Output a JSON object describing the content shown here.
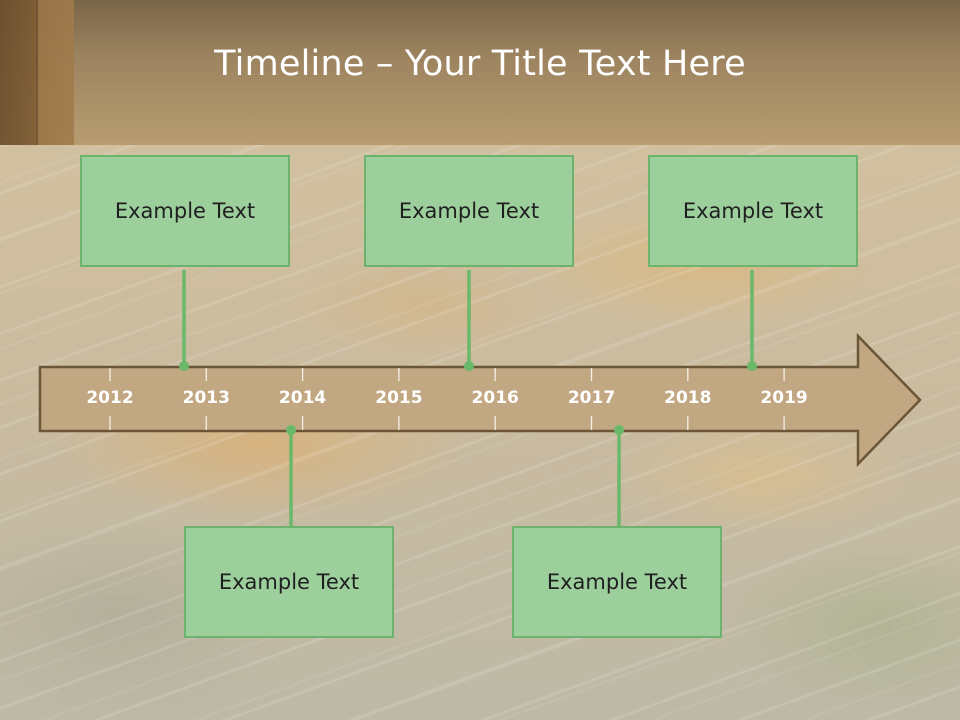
{
  "slide": {
    "title": "Timeline – Your Title Text Here"
  },
  "colors": {
    "arrow_fill": "#c2a783",
    "arrow_stroke": "#6b5638",
    "box_fill": "#9ccf9c",
    "box_border": "#6db26d",
    "connector": "#6ab86a",
    "header": "#b89c70"
  },
  "timeline": {
    "years": [
      "2012",
      "2013",
      "2014",
      "2015",
      "2016",
      "2017",
      "2018",
      "2019"
    ]
  },
  "events_top": [
    {
      "text": "Example Text"
    },
    {
      "text": "Example Text"
    },
    {
      "text": "Example Text"
    }
  ],
  "events_bottom": [
    {
      "text": "Example Text"
    },
    {
      "text": "Example Text"
    }
  ]
}
